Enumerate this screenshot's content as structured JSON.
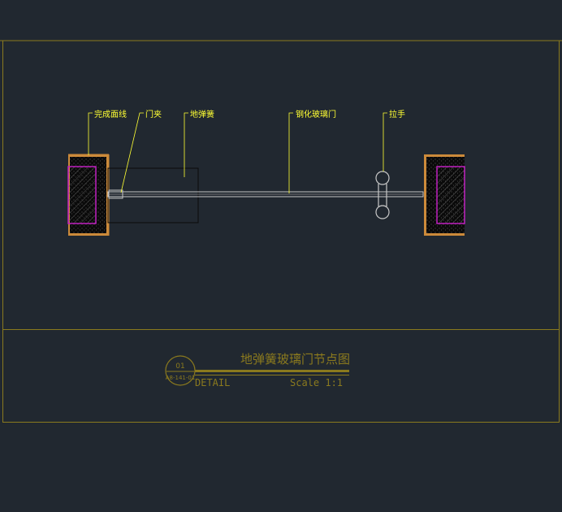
{
  "callouts": {
    "finish_line": "完成面线",
    "door_clamp": "门夹",
    "floor_spring": "地弹簧",
    "tempered_glass_door": "钢化玻璃门",
    "handle": "拉手"
  },
  "title_block": {
    "title": "地弹簧玻璃门节点图",
    "detail_label": "DETAIL",
    "scale_label": "Scale 1:1",
    "bubble_top": "01",
    "bubble_bottom": "A8-141-01"
  },
  "colors": {
    "background": "#212830",
    "frame": "#8b7a1e",
    "annotation": "#ffff33",
    "title": "#8b7a1e",
    "wall_fill": "#000000",
    "wall_orange": "#cc8a3a",
    "wall_magenta": "#c020c0",
    "line_white": "#c8c8c8"
  }
}
